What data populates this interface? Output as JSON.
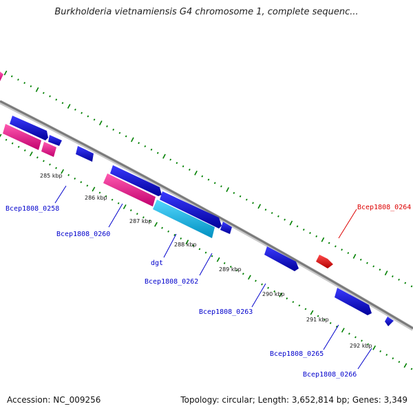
{
  "title": "Burkholderia vietnamiensis G4 chromosome 1, complete sequenc...",
  "footer": {
    "accession": "Accession: NC_009256",
    "summary": "Topology: circular; Length: 3,652,814 bp; Genes: 3,349"
  },
  "colors": {
    "backbone": "#8a8a8a",
    "tick": "#008000",
    "gene_blue": "#0000dd",
    "gene_pink": "#ee1c8c",
    "gene_cyan": "#00b8e8",
    "gene_red": "#ee0000",
    "label_blue": "#0000cc",
    "label_red": "#dd0000"
  },
  "kbp_labels": [
    "285 kbp",
    "286 kbp",
    "287 kbp",
    "288 kbp",
    "289 kbp",
    "290 kbp",
    "291 kbp",
    "292 kbp"
  ],
  "gene_labels": [
    {
      "text": "Bcep1808_0258",
      "color": "blue"
    },
    {
      "text": "Bcep1808_0260",
      "color": "blue"
    },
    {
      "text": "dgt",
      "color": "blue"
    },
    {
      "text": "Bcep1808_0262",
      "color": "blue"
    },
    {
      "text": "Bcep1808_0263",
      "color": "blue"
    },
    {
      "text": "Bcep1808_0265",
      "color": "blue"
    },
    {
      "text": "Bcep1808_0266",
      "color": "blue"
    },
    {
      "text": "Bcep1808_0264",
      "color": "red"
    }
  ]
}
